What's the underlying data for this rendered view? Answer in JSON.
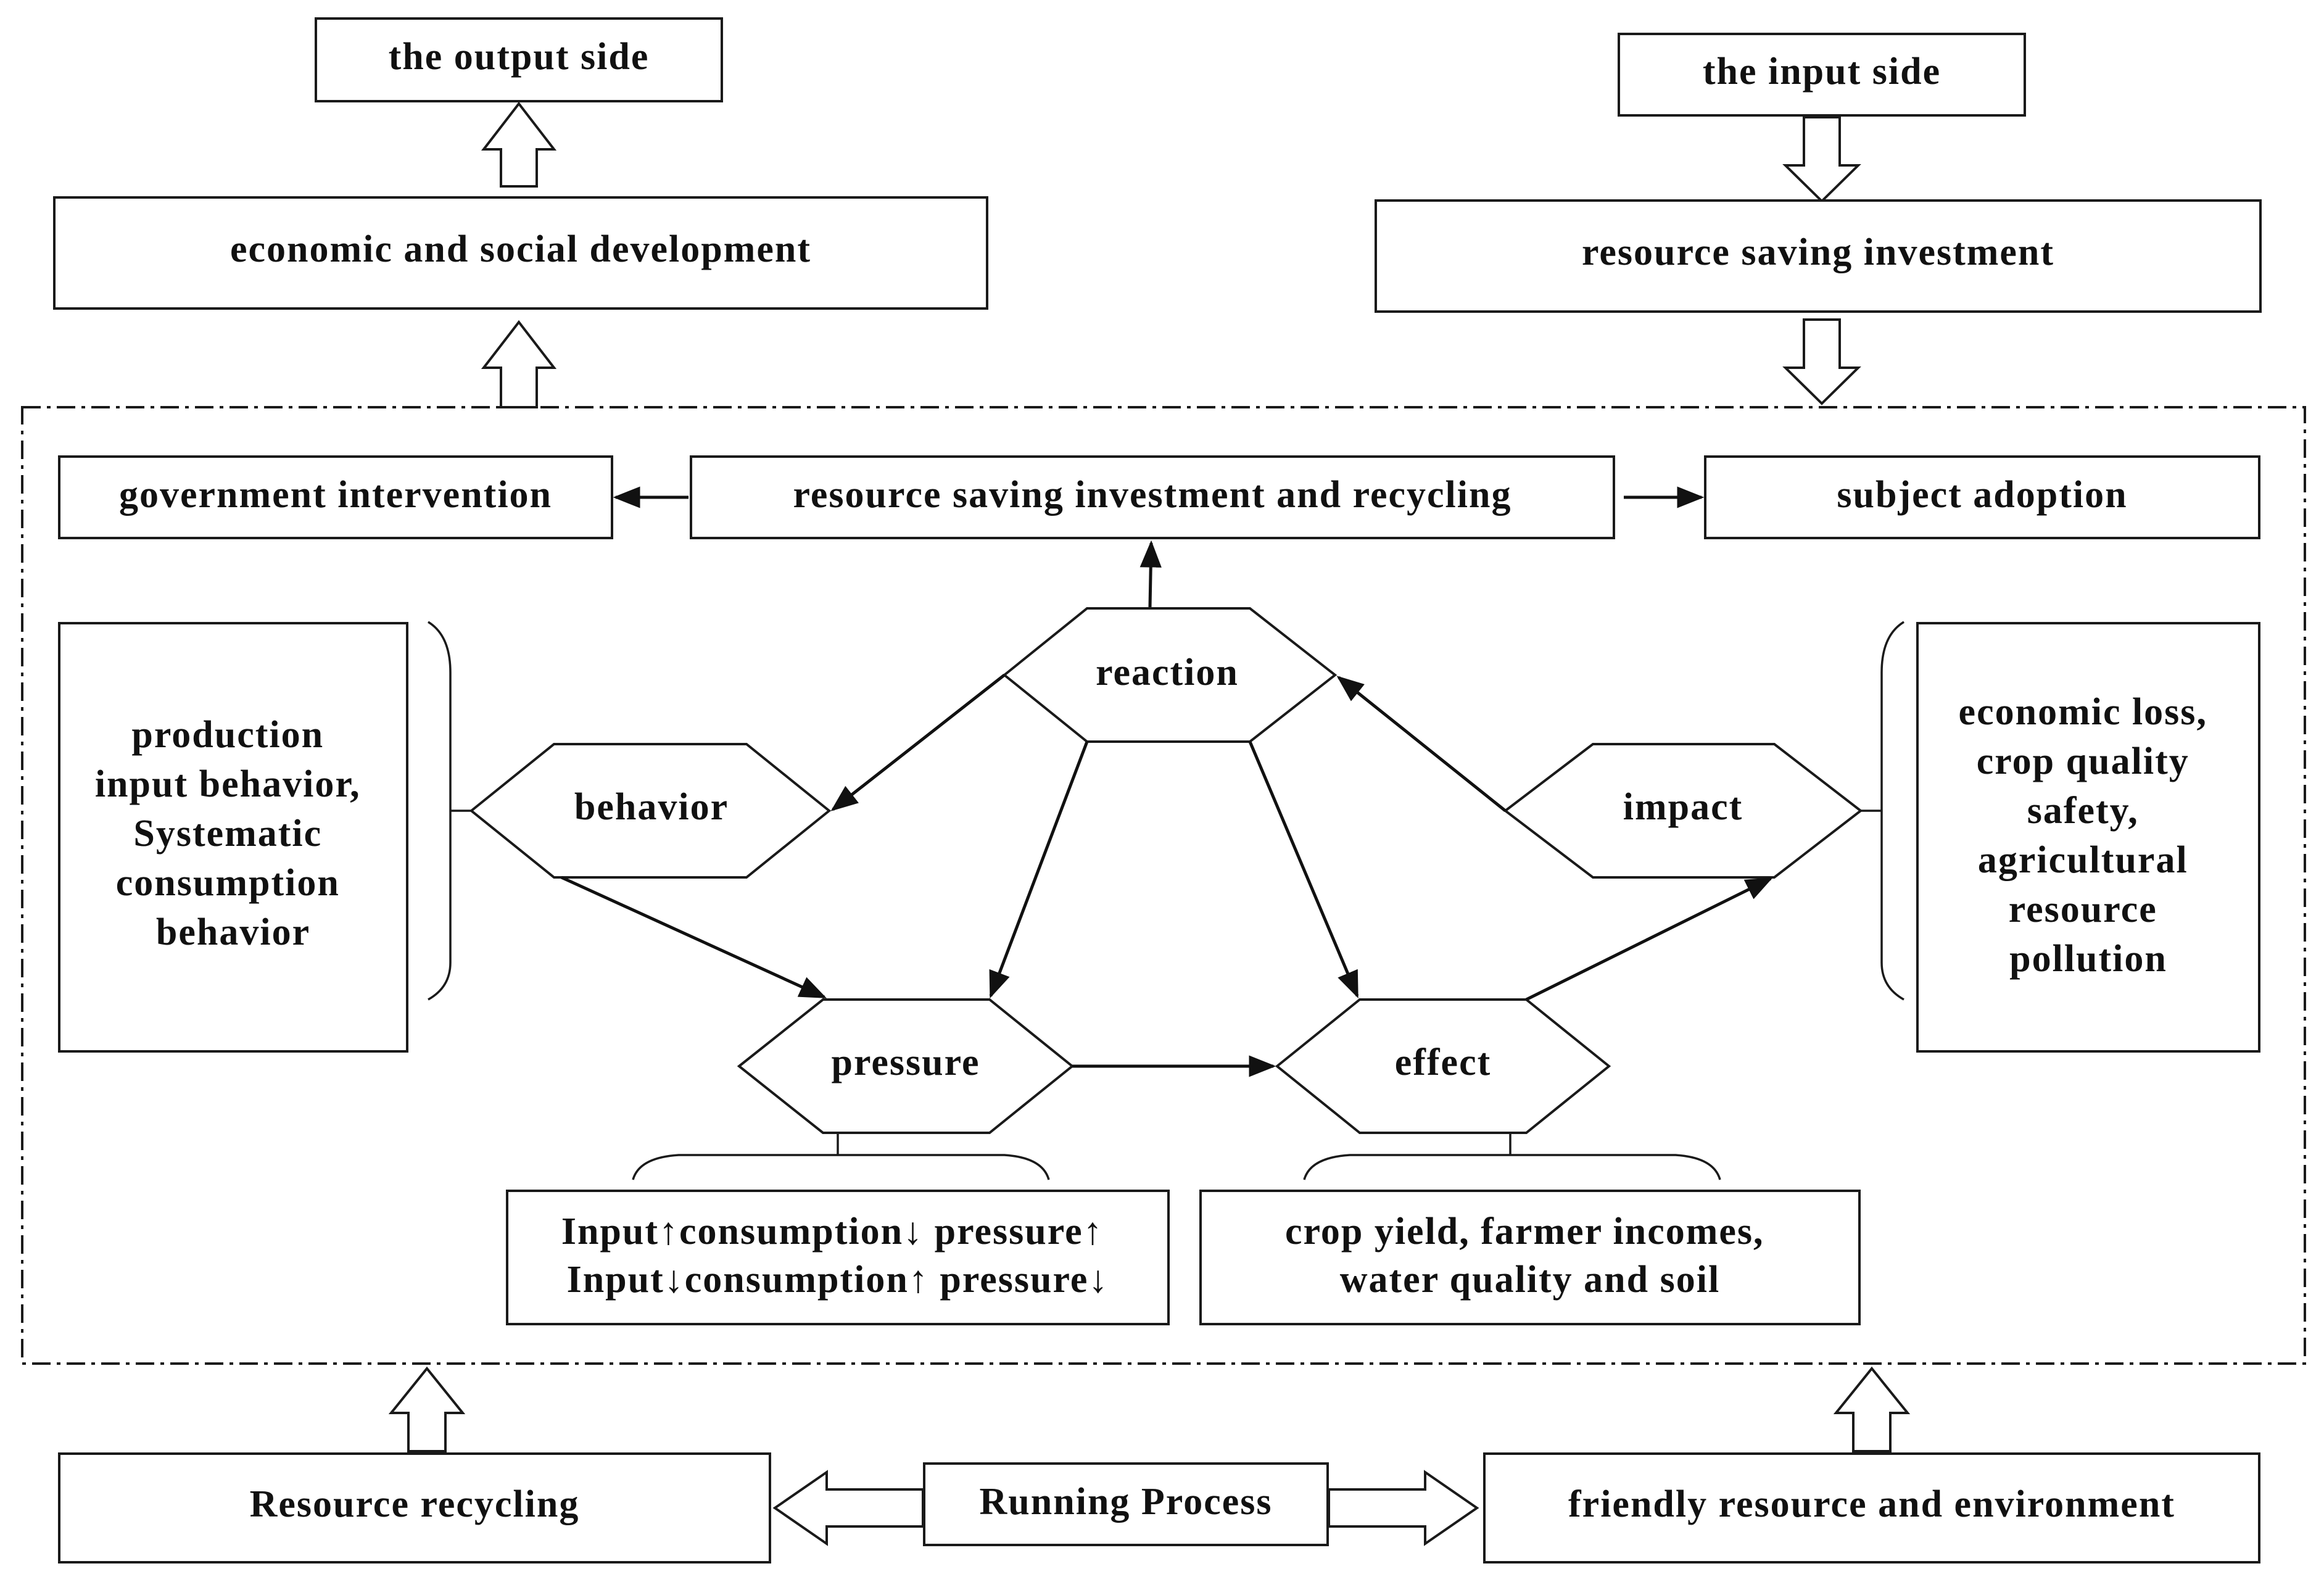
{
  "top": {
    "output_side": "the output side",
    "input_side": "the input side",
    "economic_dev": "economic and social development",
    "resource_saving_investment": "resource saving investment"
  },
  "system": {
    "government_intervention": "government intervention",
    "investment_recycling": "resource saving investment and recycling",
    "subject_adoption": "subject adoption",
    "left_box_lines": [
      "production",
      "input behavior,",
      "Systematic",
      "consumption",
      "behavior"
    ],
    "right_box_lines": [
      "economic loss,",
      "crop quality",
      "safety,",
      "agricultural",
      "resource",
      "pollution"
    ],
    "nodes": {
      "reaction": "reaction",
      "behavior": "behavior",
      "impact": "impact",
      "pressure": "pressure",
      "effect": "effect"
    },
    "pressure_box_lines": [
      "Input↑consumption↓ pressure↑",
      "Input↓consumption↑ pressure↓"
    ],
    "effect_box_lines": [
      "crop yield, farmer incomes,",
      "water quality and soil"
    ]
  },
  "bottom": {
    "resource_recycling": "Resource recycling",
    "running_process": "Running Process",
    "friendly_resource": "friendly resource and environment"
  }
}
